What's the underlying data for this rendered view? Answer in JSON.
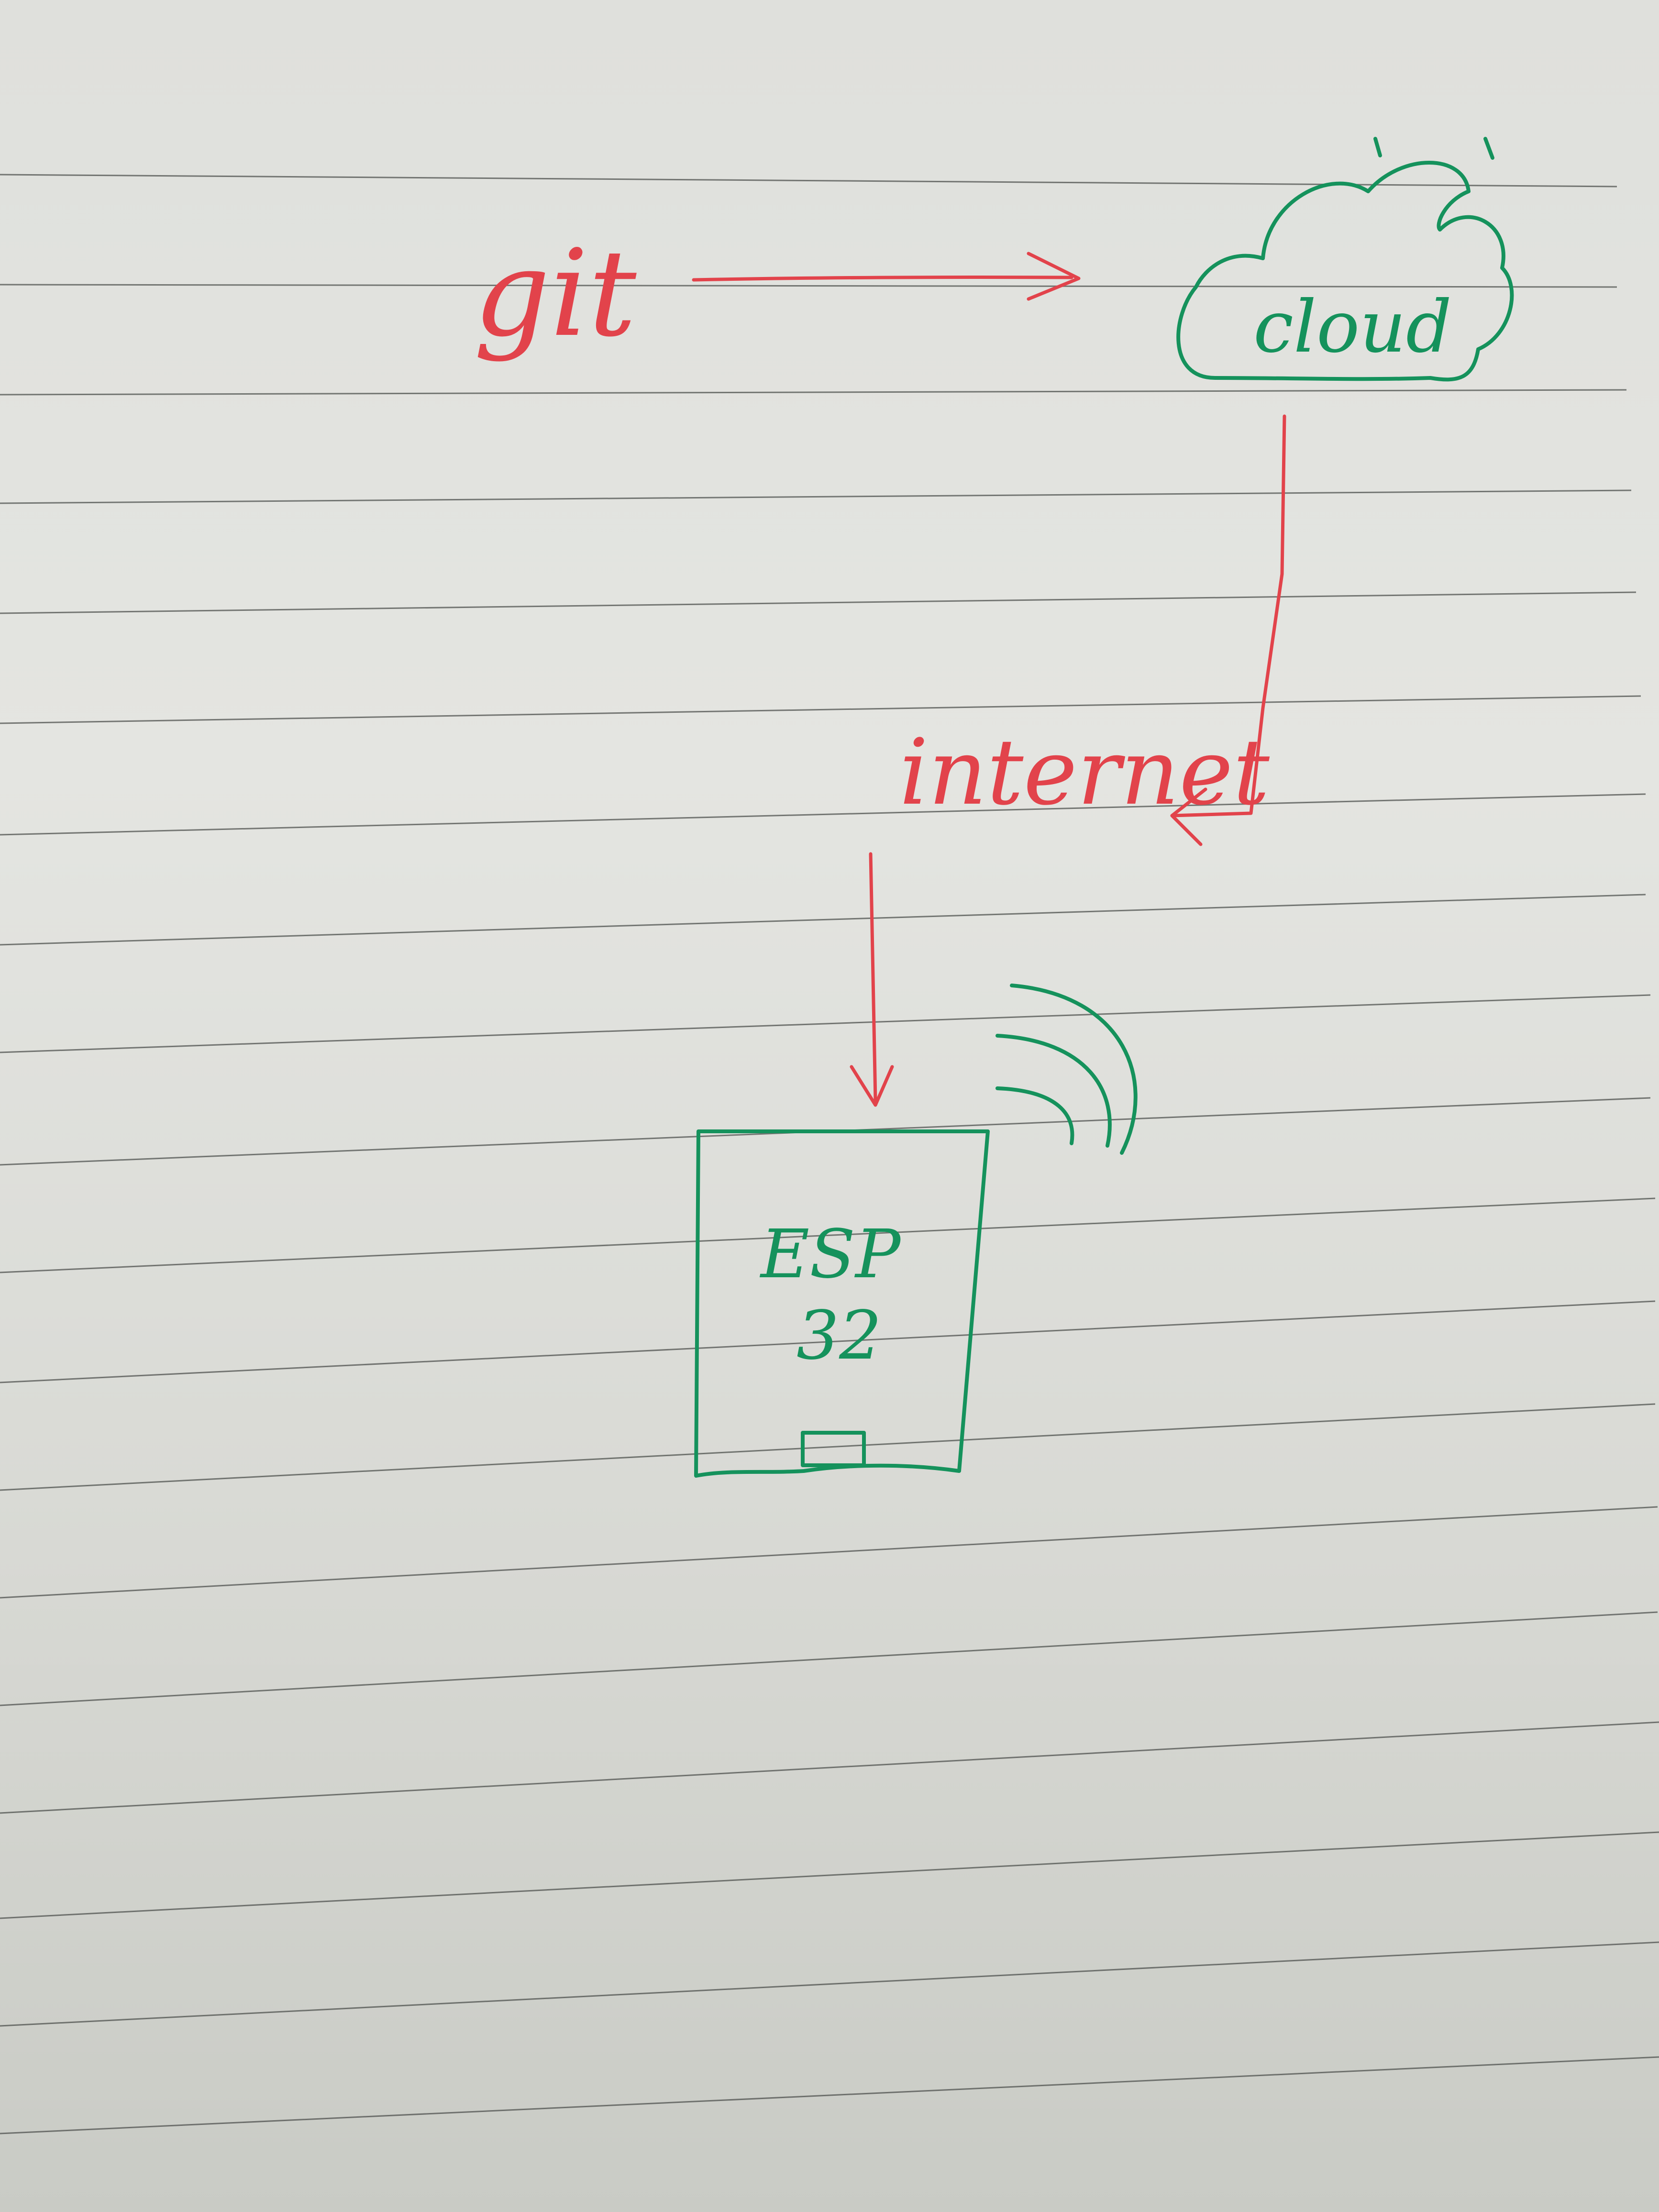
{
  "diagram": {
    "git_label": "git",
    "cloud_label": "cloud",
    "internet_label": "internet",
    "esp_label_line1": "ESP",
    "esp_label_line2": "32"
  },
  "colors": {
    "red_ink": "#e2434b",
    "green_ink": "#15925c",
    "paper": "#e2e3df",
    "rule_lines": "#4f524f"
  },
  "icons": {
    "cloud": "cloud-icon",
    "wifi": "wifi-signal-icon",
    "device": "esp32-board-icon"
  }
}
